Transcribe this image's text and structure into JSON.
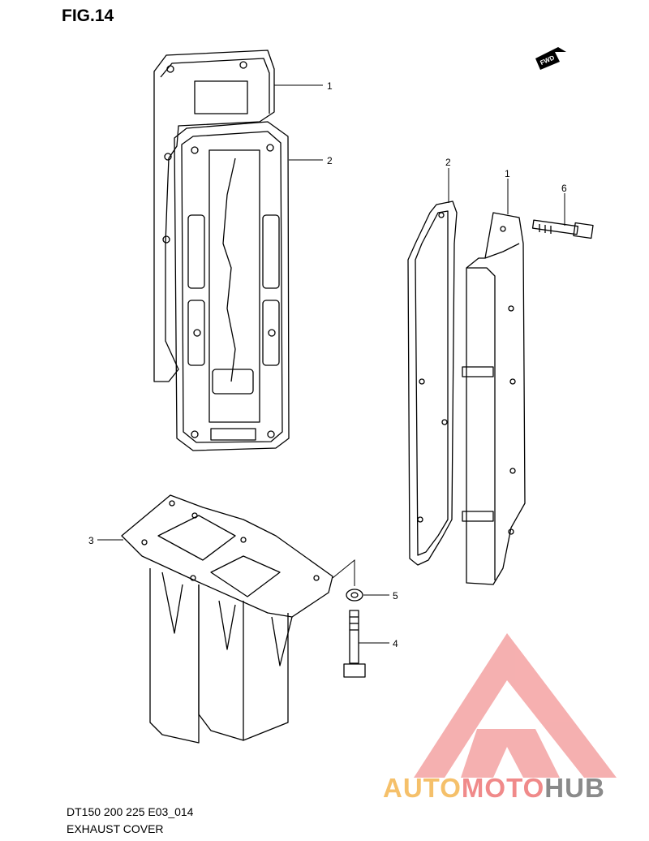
{
  "figure": {
    "title": "FIG.14"
  },
  "fwd_label": "FWD",
  "callouts": [
    "1",
    "2",
    "1",
    "2",
    "6",
    "3",
    "5",
    "4"
  ],
  "caption": {
    "model": "DT150 200 225 E03_014",
    "name": "EXHAUST COVER"
  },
  "watermark": {
    "part1": "AUTO",
    "part2": "MOTO",
    "part3": "HUB",
    "color1": "#f5c06a",
    "color2": "#f08a8a",
    "color3": "#8a8a8a"
  }
}
